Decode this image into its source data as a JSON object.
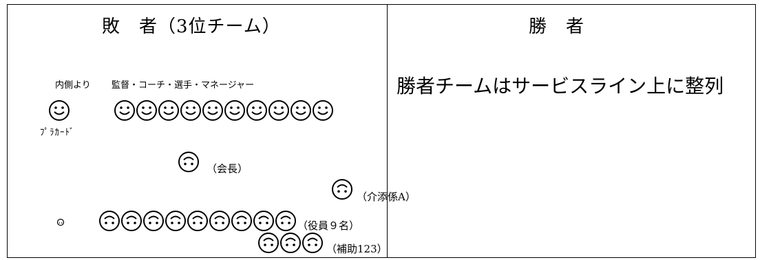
{
  "loser": {
    "heading": "敗　者（3位チーム）",
    "inner_label": "内側より",
    "staff_label": "監督・コーチ・選手・マネージャー",
    "placard_label": "ﾌﾟﾗｶｰﾄﾞ",
    "chairman_label": "（会長）",
    "attendant_label": "（介添係A）",
    "officials_label": "（役員９名）",
    "assistants_label": "（補助123）"
  },
  "winner": {
    "heading": "勝　者",
    "instruction": "勝者チームはサービスライン上に整列"
  },
  "counts": {
    "team_members": 10,
    "officials": 9,
    "assistants": 3
  },
  "icons": {
    "member": "smiley-face-icon",
    "official": "inverted-face-icon"
  }
}
